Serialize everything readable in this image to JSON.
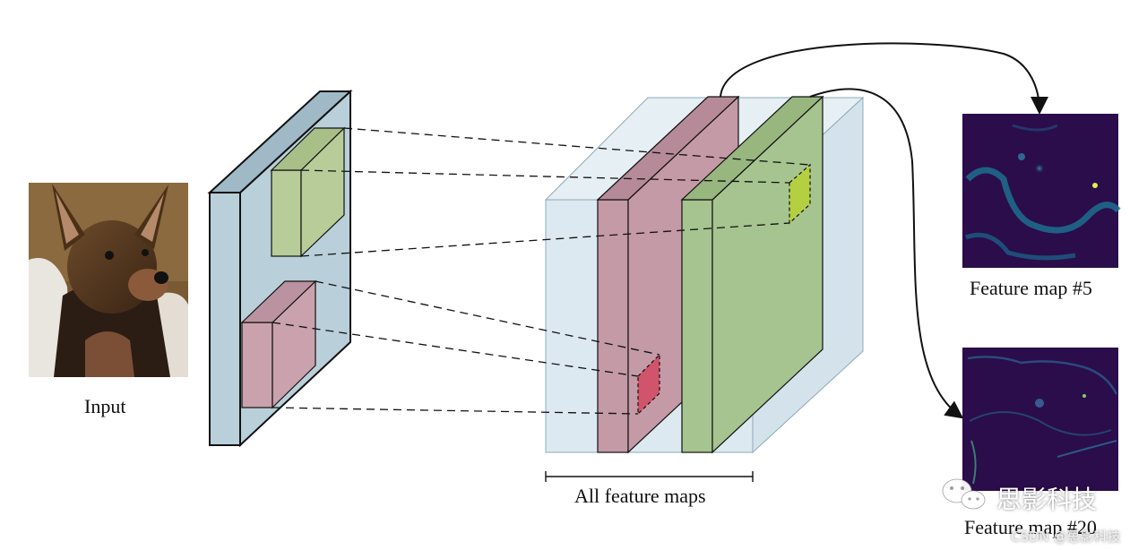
{
  "labels": {
    "input": "Input",
    "all_feature_maps": "All feature maps",
    "feature_map_5": "Feature map #5",
    "feature_map_20": "Feature map #20"
  },
  "watermark": {
    "brand": "思影科技",
    "source": "CSDN @思影科技"
  },
  "colors": {
    "conv_block": "#b9cfd9",
    "conv_block_side": "#9fb9c6",
    "feature_cube": "#dde9f0",
    "pink_filter": "#c9a2ad",
    "green_filter": "#b7cc98",
    "pink_map": "#c49aa6",
    "green_map": "#a6c48f",
    "pink_activation": "#d0546b",
    "green_activation": "#b4d040",
    "feature_map_bg": "#2a0d4a"
  }
}
